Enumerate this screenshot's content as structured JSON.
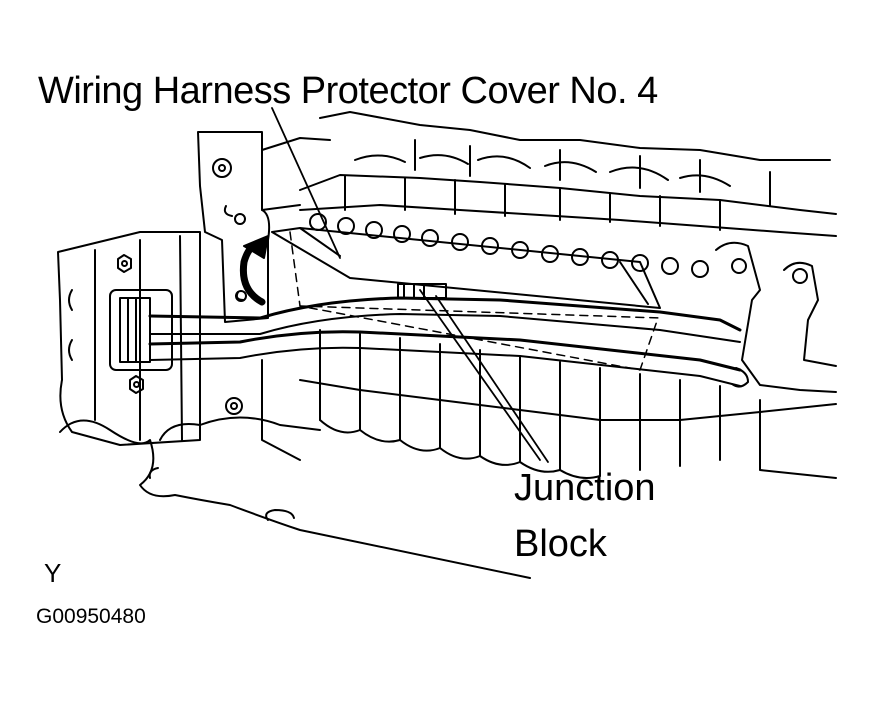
{
  "labels": {
    "title": "Wiring Harness Protector Cover No. 4",
    "junction_line1": "Junction",
    "junction_line2": "Block",
    "view": "Y",
    "figure_code": "G00950480"
  },
  "colors": {
    "ink": "#000000",
    "paper": "#ffffff"
  },
  "icons": {
    "rotation_arrow": "curved-arrow-icon",
    "bolts": "hex-bolt-icon"
  }
}
